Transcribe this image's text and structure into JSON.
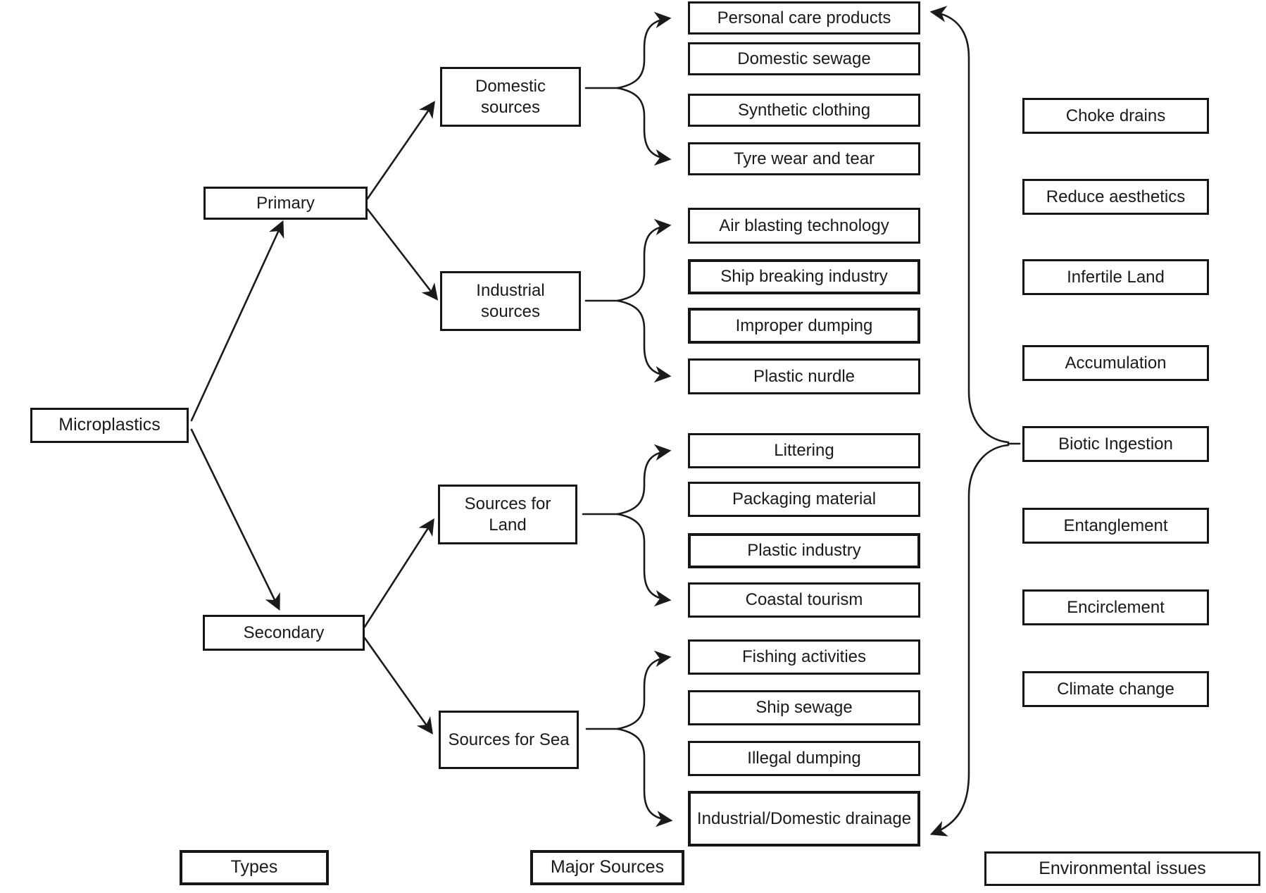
{
  "root": {
    "label": "Microplastics"
  },
  "columns": {
    "types_label": "Types",
    "major_sources_label": "Major Sources",
    "environmental_issues_label": "Environmental issues"
  },
  "types": [
    {
      "label": "Primary"
    },
    {
      "label": "Secondary"
    }
  ],
  "major_sources": {
    "groups": [
      {
        "label": "Domestic sources",
        "parent": "Primary",
        "items": [
          {
            "label": "Personal care products"
          },
          {
            "label": "Domestic sewage"
          },
          {
            "label": "Synthetic clothing"
          },
          {
            "label": "Tyre wear and tear"
          }
        ]
      },
      {
        "label": "Industrial sources",
        "parent": "Primary",
        "items": [
          {
            "label": "Air blasting technology"
          },
          {
            "label": "Ship breaking industry"
          },
          {
            "label": "Improper dumping"
          },
          {
            "label": "Plastic nurdle"
          }
        ]
      },
      {
        "label": "Sources for Land",
        "parent": "Secondary",
        "items": [
          {
            "label": "Littering"
          },
          {
            "label": "Packaging material"
          },
          {
            "label": "Plastic industry"
          },
          {
            "label": "Coastal tourism"
          }
        ]
      },
      {
        "label": "Sources for Sea",
        "parent": "Secondary",
        "items": [
          {
            "label": "Fishing activities"
          },
          {
            "label": "Ship sewage"
          },
          {
            "label": "Illegal dumping"
          },
          {
            "label": "Industrial/Domestic drainage"
          }
        ]
      }
    ]
  },
  "environmental_issues": {
    "items": [
      {
        "label": "Choke drains"
      },
      {
        "label": "Reduce aesthetics"
      },
      {
        "label": "Infertile Land"
      },
      {
        "label": "Accumulation"
      },
      {
        "label": "Biotic Ingestion"
      },
      {
        "label": "Entanglement"
      },
      {
        "label": "Encirclement"
      },
      {
        "label": "Climate change"
      }
    ]
  },
  "colors": {
    "background": "#ffffff",
    "line": "#1a1a1a",
    "box_border": "#161616",
    "text": "#1a1a1a"
  }
}
